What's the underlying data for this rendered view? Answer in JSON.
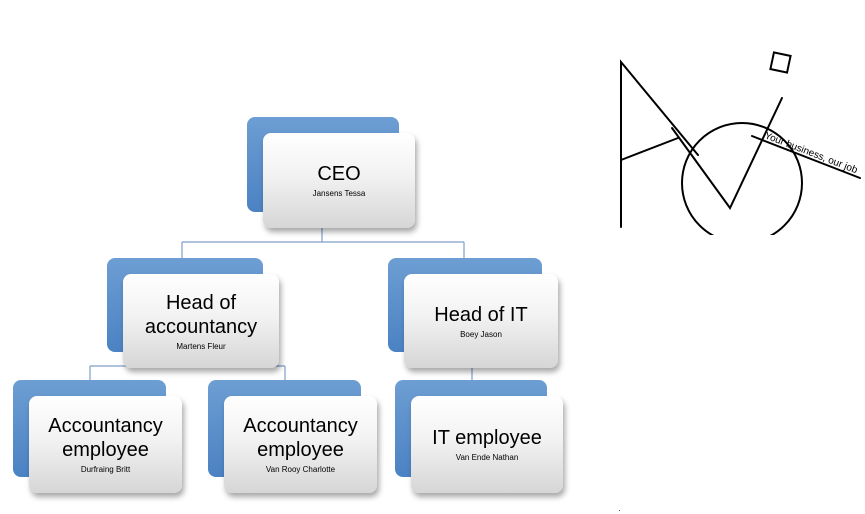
{
  "org_chart": {
    "ceo": {
      "title": "CEO",
      "person": "Jansens Tessa"
    },
    "head_accountancy": {
      "title": "Head of accountancy",
      "person": "Martens Fleur"
    },
    "head_it": {
      "title": "Head of IT",
      "person": "Boey Jason"
    },
    "accountancy_employee_1": {
      "title": "Accountancy employee",
      "person": "Durfraing Britt"
    },
    "accountancy_employee_2": {
      "title": "Accountancy employee",
      "person": "Van Rooy Charlotte"
    },
    "it_employee": {
      "title": "IT employee",
      "person": "Van Ende Nathan"
    }
  },
  "logo": {
    "tagline": "Your business, our job"
  },
  "colors": {
    "node_back": "#4b82c3",
    "node_front": "#f2f2f2",
    "connector": "#7f9fc9"
  }
}
